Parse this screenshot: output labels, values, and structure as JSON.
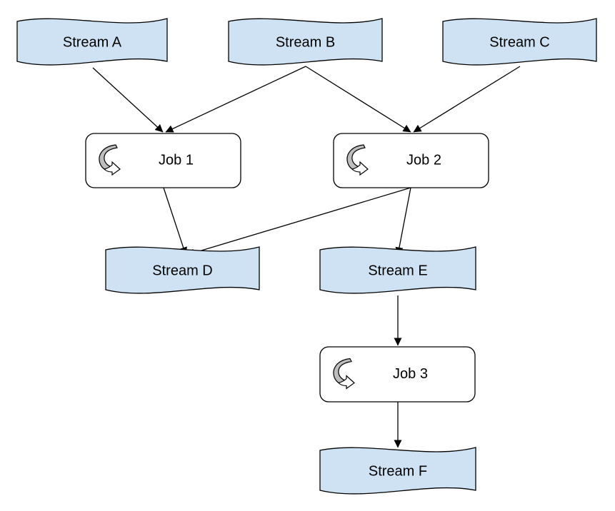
{
  "colors": {
    "stream_fill": "#cfe2f3",
    "job_fill": "#ffffff",
    "icon_fill": "#bdbdbd",
    "line": "#000000"
  },
  "nodes": {
    "stream_a": {
      "label": "Stream A"
    },
    "stream_b": {
      "label": "Stream B"
    },
    "stream_c": {
      "label": "Stream C"
    },
    "job_1": {
      "label": "Job 1",
      "icon": "rotate-arrow-icon"
    },
    "job_2": {
      "label": "Job 2",
      "icon": "rotate-arrow-icon"
    },
    "stream_d": {
      "label": "Stream D"
    },
    "stream_e": {
      "label": "Stream E"
    },
    "job_3": {
      "label": "Job 3",
      "icon": "rotate-arrow-icon"
    },
    "stream_f": {
      "label": "Stream F"
    }
  },
  "edges": [
    {
      "from": "stream_a",
      "to": "job_1"
    },
    {
      "from": "stream_b",
      "to": "job_1"
    },
    {
      "from": "stream_b",
      "to": "job_2"
    },
    {
      "from": "stream_c",
      "to": "job_2"
    },
    {
      "from": "job_1",
      "to": "stream_d"
    },
    {
      "from": "job_2",
      "to": "stream_d"
    },
    {
      "from": "job_2",
      "to": "stream_e"
    },
    {
      "from": "stream_e",
      "to": "job_3"
    },
    {
      "from": "job_3",
      "to": "stream_f"
    }
  ]
}
